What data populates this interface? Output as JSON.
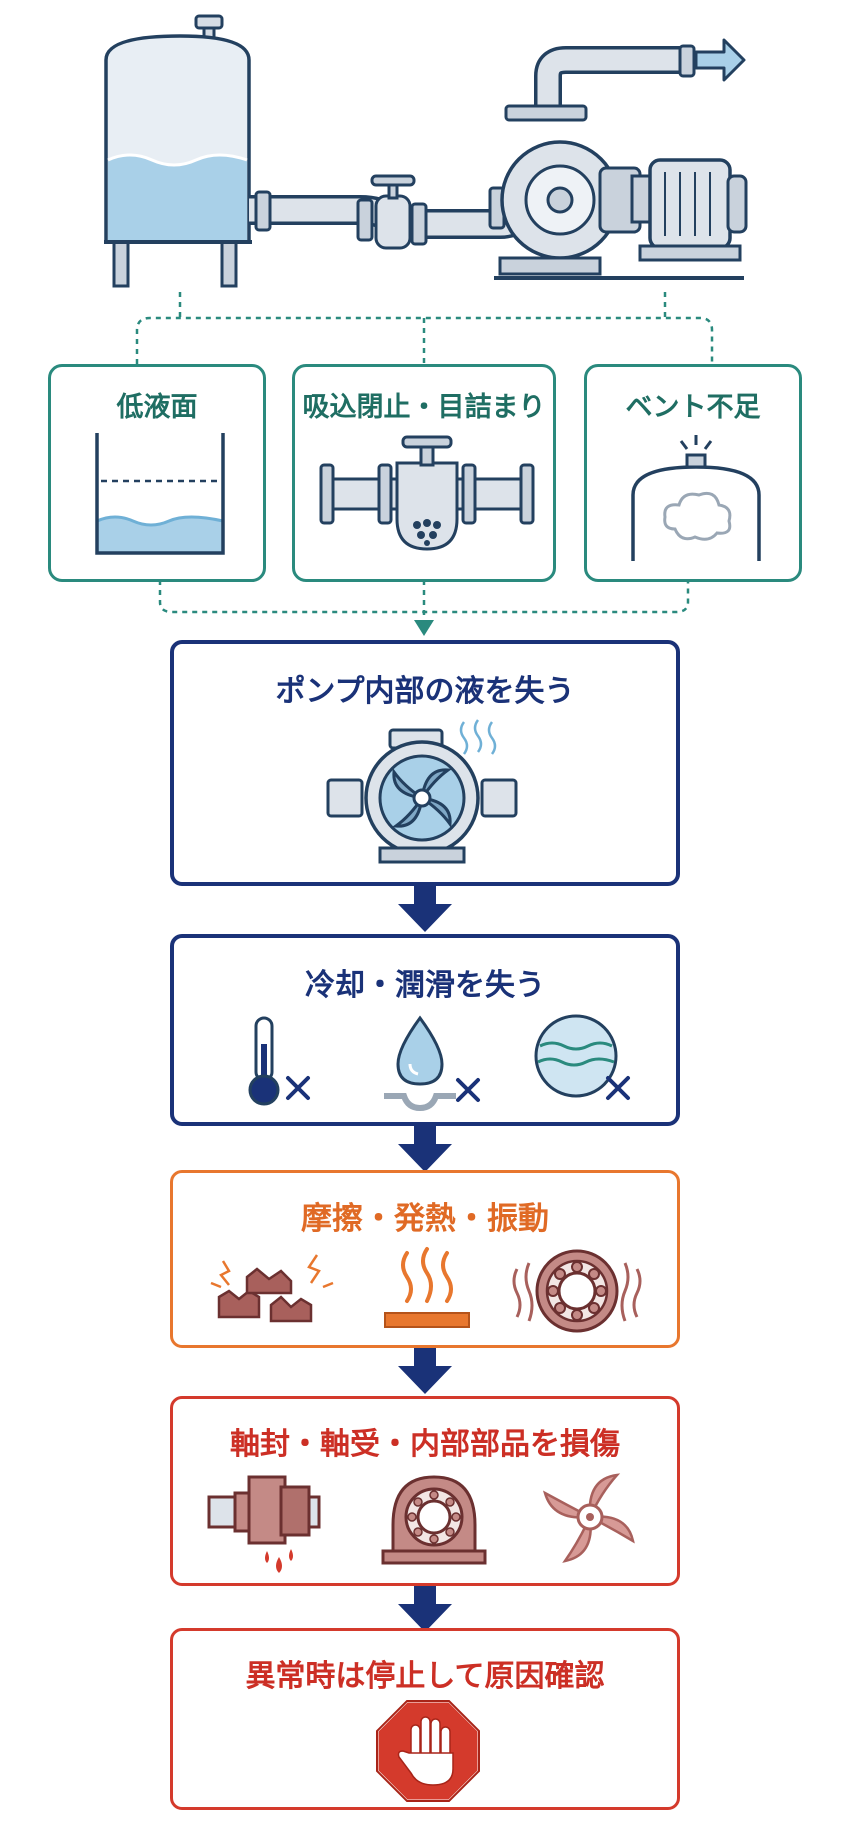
{
  "causes": [
    {
      "label": "低液面",
      "icon": "tank-low-level-icon"
    },
    {
      "label": "吸込閉止・目詰まり",
      "icon": "clogged-valve-icon"
    },
    {
      "label": "ベント不足",
      "icon": "trapped-air-tank-icon"
    }
  ],
  "flow": [
    {
      "label": "ポンプ内部の液を失う",
      "icon": "dry-pump-icon"
    },
    {
      "label": "冷却・潤滑を失う",
      "icons": [
        "thermometer-x-icon",
        "droplet-x-icon",
        "water-circle-x-icon"
      ]
    },
    {
      "label": "摩擦・発熱・振動",
      "icons": [
        "friction-icon",
        "heat-icon",
        "vibrating-bearing-icon"
      ]
    },
    {
      "label": "軸封・軸受・内部部品を損傷",
      "icons": [
        "leaking-seal-icon",
        "bearing-housing-icon",
        "damaged-impeller-icon"
      ]
    },
    {
      "label": "異常時は停止して原因確認",
      "icon": "stop-hand-icon"
    }
  ],
  "colors": {
    "teal": "#2a8a7e",
    "navy": "#1a3278",
    "orange": "#e8772e",
    "red": "#d43a2c",
    "water": "#a9d0e8",
    "steel": "#c9d2dc"
  }
}
